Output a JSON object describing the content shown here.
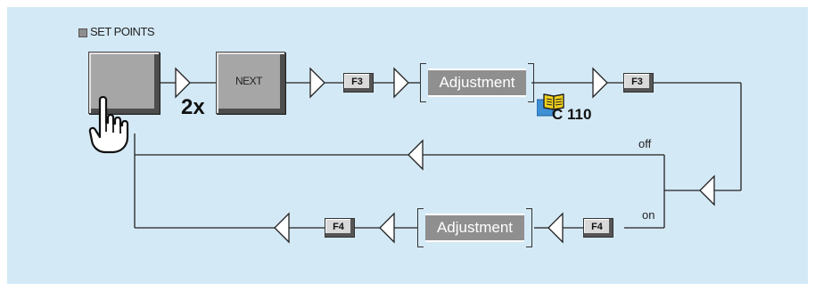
{
  "set_points_label": "SET POINTS",
  "next_key_label": "NEXT",
  "press_count": "2x",
  "f3_label": "F3",
  "f4_label": "F4",
  "adjustment_label": "Adjustment",
  "reference_label": "C 110",
  "branch_off_label": "off",
  "branch_on_label": "on",
  "icons": [
    "pointing-hand-icon",
    "manual-book-icon"
  ],
  "colors": {
    "background": "#d4e9f6",
    "key_face": "#a6a6a6",
    "adjustment_box": "#8f8f8f",
    "line": "#222222"
  }
}
